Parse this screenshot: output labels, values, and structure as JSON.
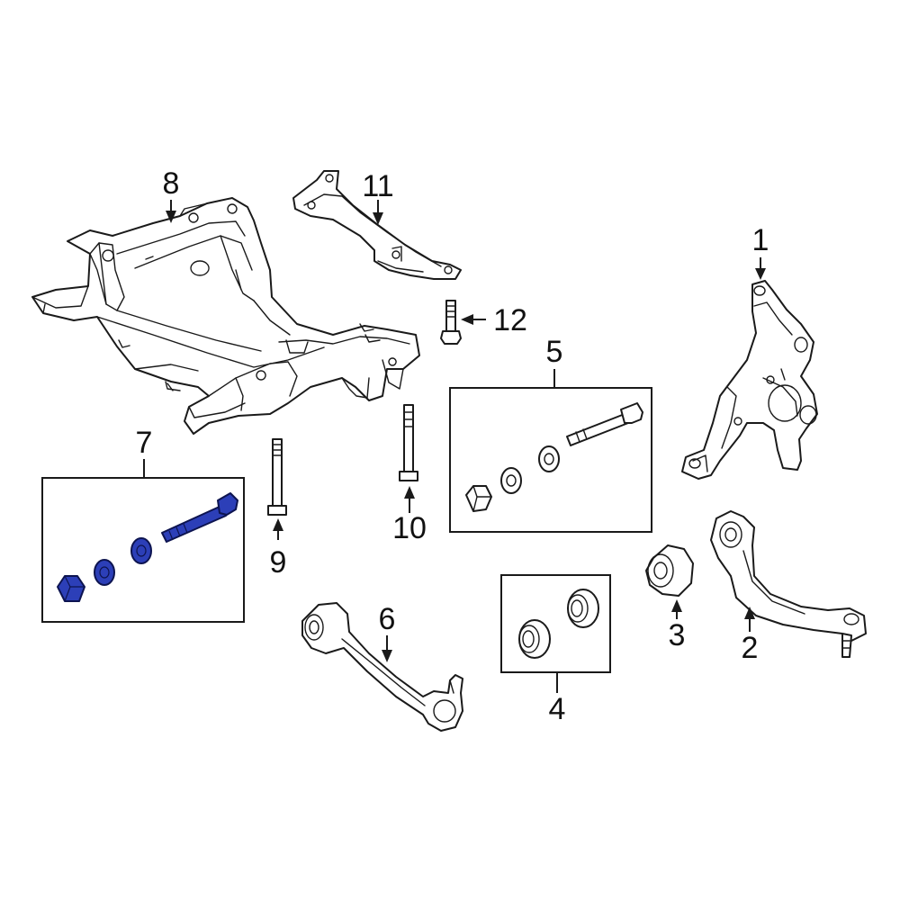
{
  "diagram": {
    "callouts": [
      "1",
      "2",
      "3",
      "4",
      "5",
      "6",
      "7",
      "8",
      "9",
      "10",
      "11",
      "12"
    ],
    "highlight_color": "#2c3fb8"
  }
}
